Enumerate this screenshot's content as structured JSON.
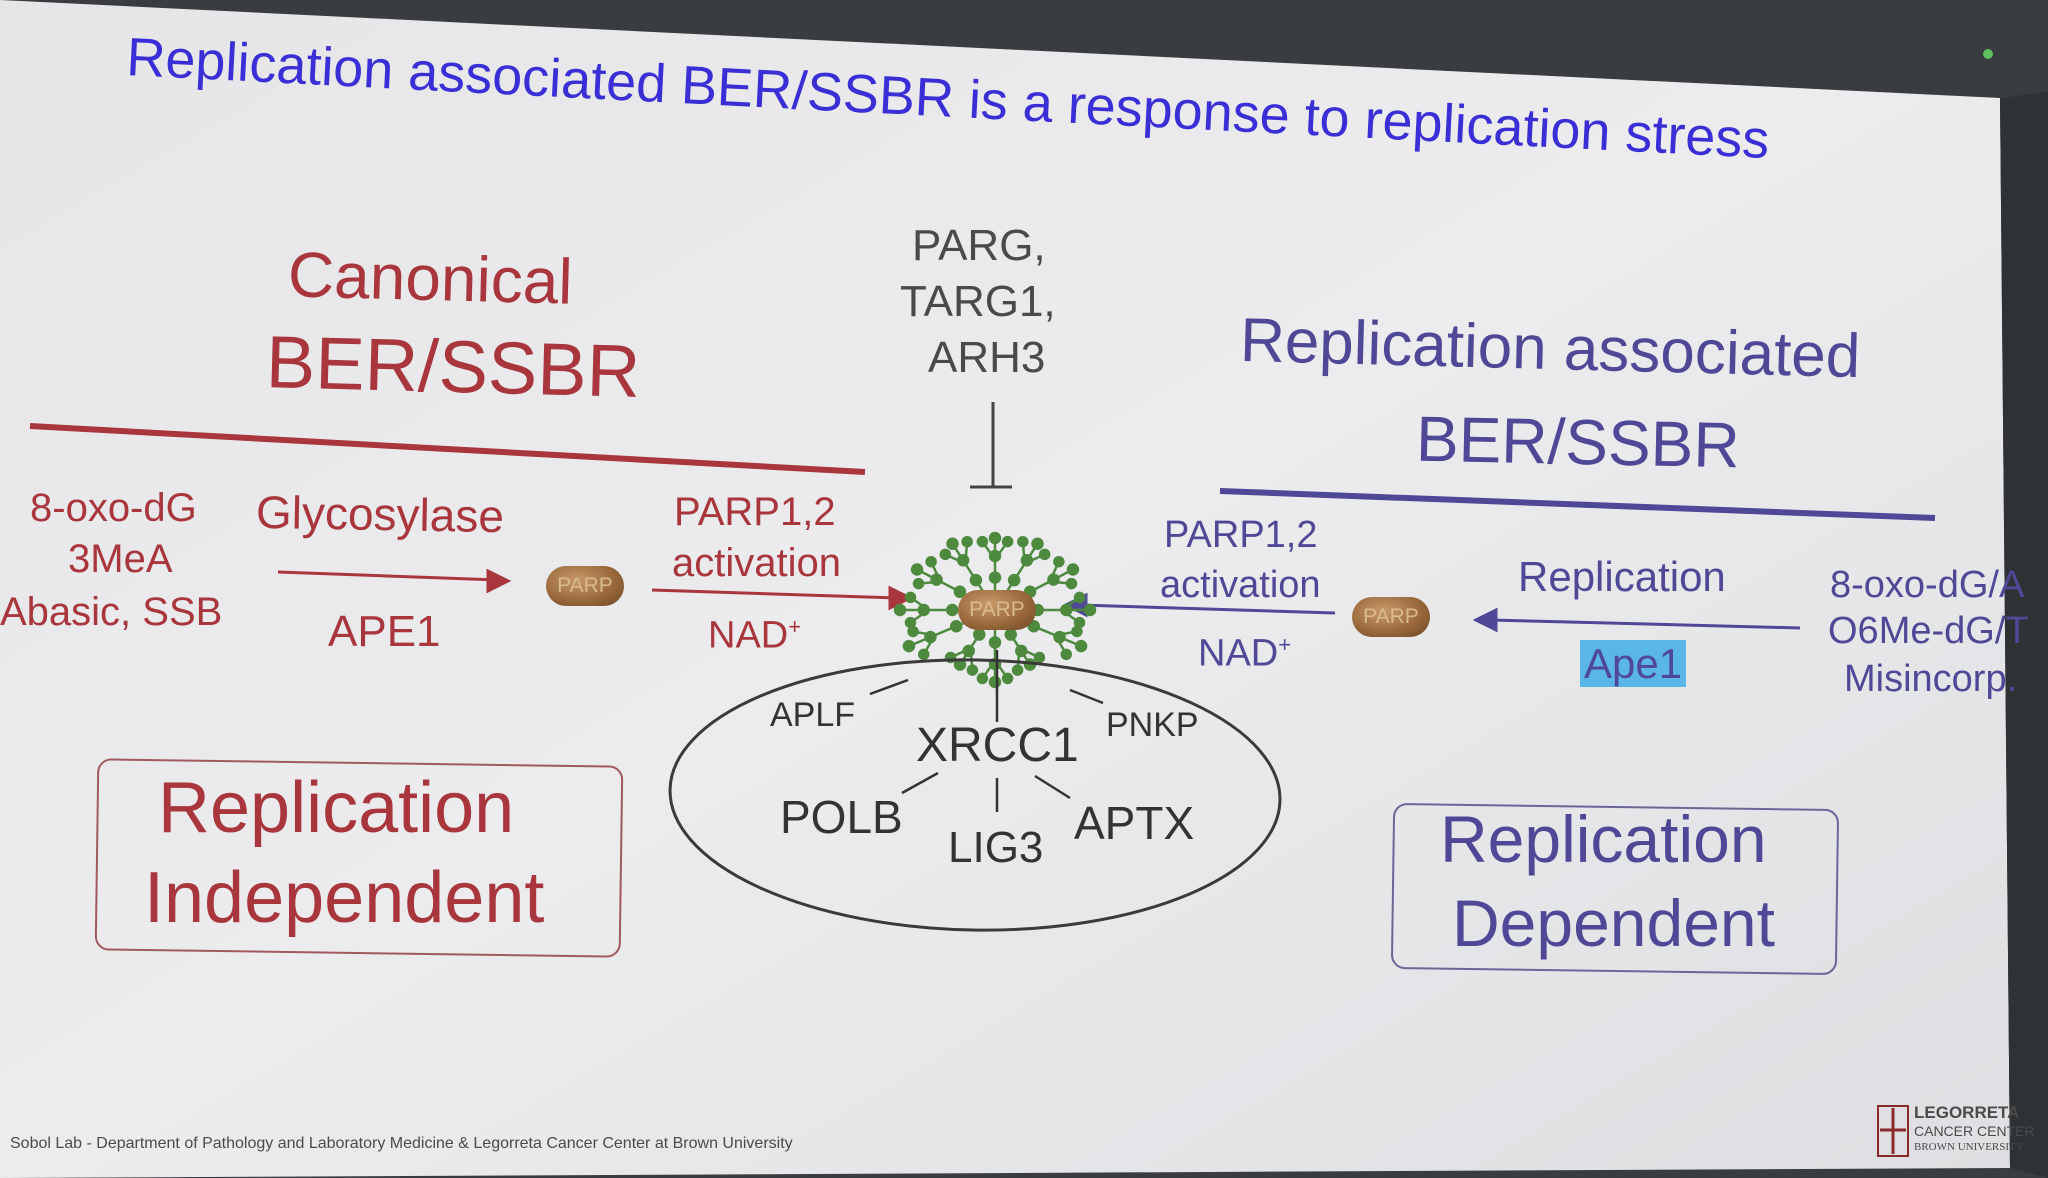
{
  "slide": {
    "title": "Replication associated BER/SSBR is a response to replication stress",
    "left": {
      "heading_line1": "Canonical",
      "heading_line2": "BER/SSBR",
      "substrates": [
        "8-oxo-dG",
        "3MeA",
        "Abasic, SSB"
      ],
      "enzyme_top": "Glycosylase",
      "enzyme_bottom": "APE1",
      "activation_line1": "PARP1,2",
      "activation_line2": "activation",
      "cofactor": "NAD",
      "cofactor_sup": "+",
      "box_line1": "Replication",
      "box_line2": "Independent"
    },
    "center": {
      "inhibitors": [
        "PARG,",
        "TARG1,",
        "ARH3"
      ],
      "parp_label": "PARP",
      "complex": {
        "core": "XRCC1",
        "partners": [
          "APLF",
          "PNKP",
          "POLB",
          "LIG3",
          "APTX"
        ]
      }
    },
    "right": {
      "heading_line1": "Replication associated",
      "heading_line2": "BER/SSBR",
      "activation_line1": "PARP1,2",
      "activation_line2": "activation",
      "cofactor": "NAD",
      "cofactor_sup": "+",
      "process": "Replication",
      "enzyme_highlight": "Ape1",
      "substrates": [
        "8-oxo-dG/A",
        "O6Me-dG/T",
        "Misincorp."
      ],
      "box_line1": "Replication",
      "box_line2": "Dependent"
    },
    "footer": {
      "credit": "Sobol Lab - Department of Pathology and Laboratory Medicine & Legorreta Cancer Center at Brown University",
      "logo_line1": "LEGORRETA",
      "logo_line2": "CANCER CENTER",
      "logo_line3": "BROWN UNIVERSITY"
    },
    "colors": {
      "canonical": "#a8363c",
      "replication": "#4e4896",
      "title": "#3a2fd6",
      "parp_chain": "#4e8a3e",
      "highlight": "#5ab6e8"
    }
  }
}
